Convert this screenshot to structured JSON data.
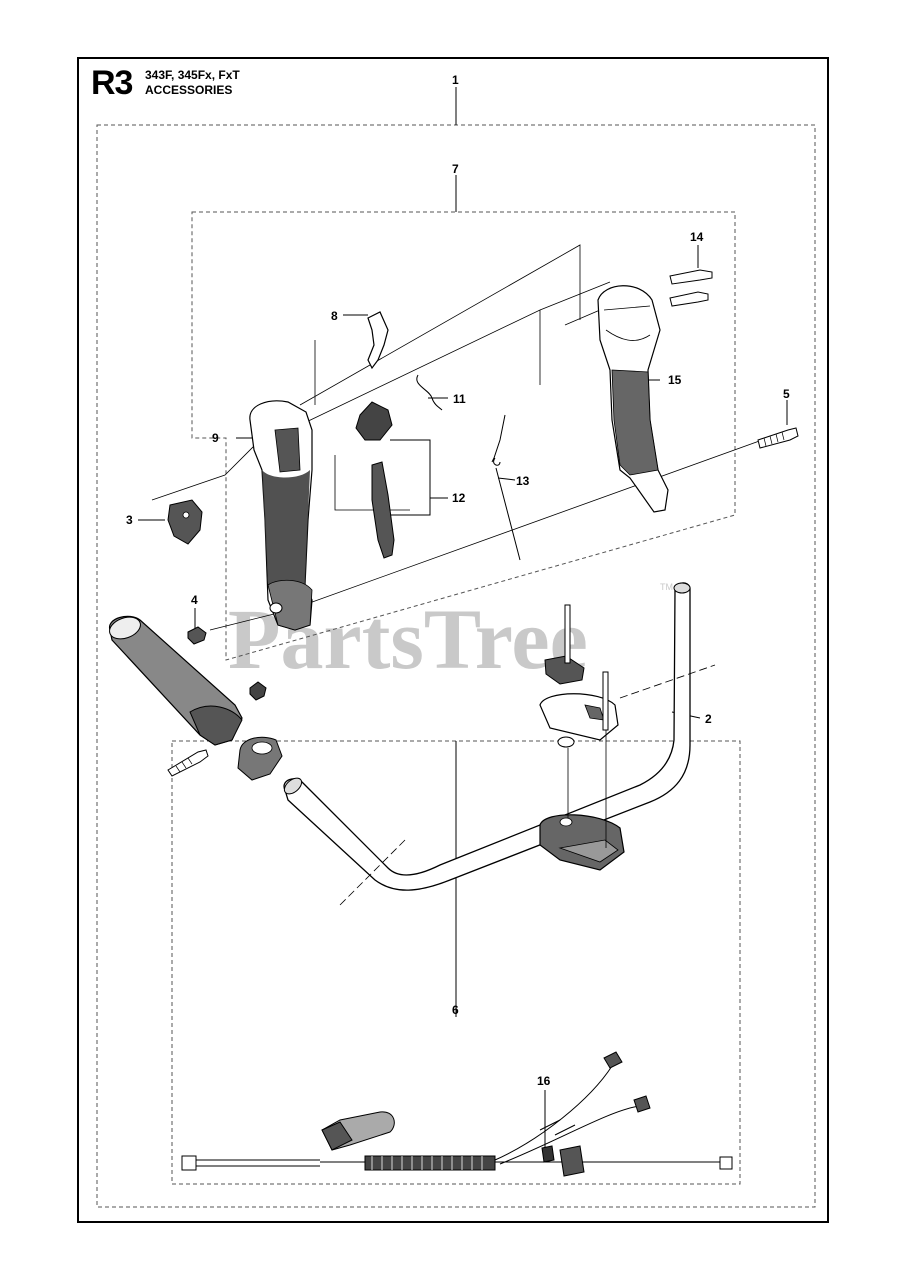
{
  "header": {
    "section_code": "R3",
    "models": "343F, 345Fx, FxT",
    "section_title": "ACCESSORIES"
  },
  "watermark": {
    "text": "PartsTree",
    "trademark": "TM",
    "color": "#c9c9c9"
  },
  "callouts": [
    "1",
    "2",
    "3",
    "4",
    "5",
    "6",
    "7",
    "8",
    "9",
    "11",
    "12",
    "13",
    "14",
    "15",
    "16"
  ]
}
